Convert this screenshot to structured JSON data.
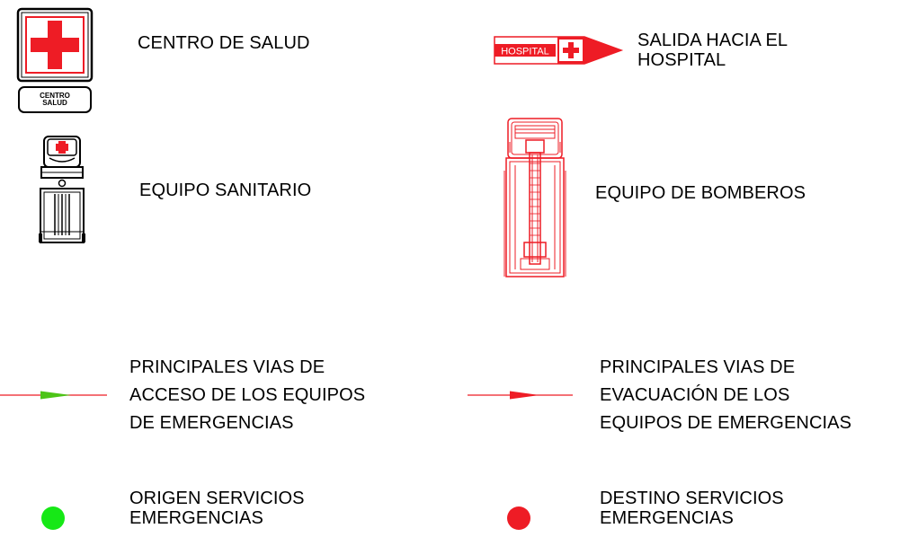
{
  "legend": {
    "centro_salud": {
      "label": "CENTRO DE SALUD",
      "badge_line1": "CENTRO",
      "badge_line2": "SALUD",
      "color": "#ee1c25"
    },
    "salida_hospital": {
      "label_line1": "SALIDA HACIA EL",
      "label_line2": "HOSPITAL",
      "sign_text": "HOSPITAL",
      "color": "#ee1c25"
    },
    "equipo_sanitario": {
      "label": "EQUIPO SANITARIO",
      "icon": "ambulance-icon"
    },
    "equipo_bomberos": {
      "label": "EQUIPO DE BOMBEROS",
      "icon": "fire-truck-icon",
      "color": "#ee1c25"
    },
    "vias_acceso": {
      "label_line1": "PRINCIPALES VIAS  DE",
      "label_line2": "ACCESO DE LOS EQUIPOS",
      "label_line3": "DE EMERGENCIAS",
      "line_color": "#ee1c25",
      "arrow_color": "#4cc417"
    },
    "vias_evacuacion": {
      "label_line1": "PRINCIPALES VIAS  DE",
      "label_line2": "EVACUACIÓN DE LOS",
      "label_line3": "EQUIPOS DE EMERGENCIAS",
      "line_color": "#ee1c25",
      "arrow_color": "#ee1c25"
    },
    "origen": {
      "label_line1": "ORIGEN SERVICIOS",
      "label_line2": "EMERGENCIAS",
      "color": "#16e816"
    },
    "destino": {
      "label_line1": "DESTINO SERVICIOS",
      "label_line2": "EMERGENCIAS",
      "color": "#ee1c25"
    }
  }
}
